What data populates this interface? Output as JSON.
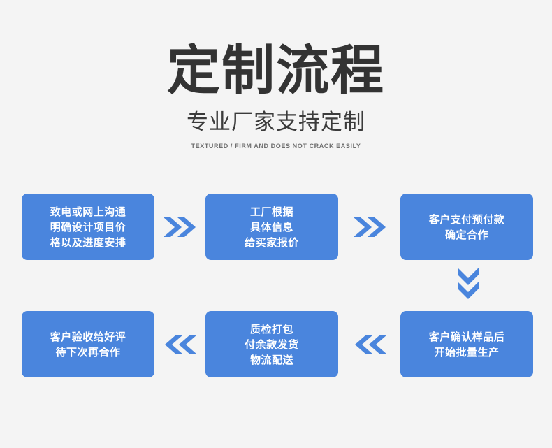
{
  "page": {
    "background_color": "#f4f4f4",
    "accent_color": "#4a85dd",
    "title_color": "#333333"
  },
  "header": {
    "main_title": "定制流程",
    "sub_title": "专业厂家支持定制",
    "english_title": "TEXTURED / FIRM AND DOES NOT CRACK EASILY"
  },
  "flow": {
    "rows": [
      {
        "direction": "right",
        "boxes": [
          {
            "id": "step-1",
            "text": "致电或网上沟通\n明确设计项目价\n格以及进度安排"
          },
          {
            "id": "step-2",
            "text": "工厂根据\n具体信息\n给买家报价"
          },
          {
            "id": "step-3",
            "text": "客户支付预付款\n确定合作"
          }
        ]
      },
      {
        "direction": "left",
        "boxes": [
          {
            "id": "step-6",
            "text": "客户验收给好评\n待下次再合作"
          },
          {
            "id": "step-5",
            "text": "质检打包\n付余款发货\n物流配送"
          },
          {
            "id": "step-4",
            "text": "客户确认样品后\n开始批量生产"
          }
        ]
      }
    ],
    "arrows": {
      "right_icon": "double-chevron-right-icon",
      "left_icon": "double-chevron-left-icon",
      "down_icon": "double-chevron-down-icon"
    }
  }
}
